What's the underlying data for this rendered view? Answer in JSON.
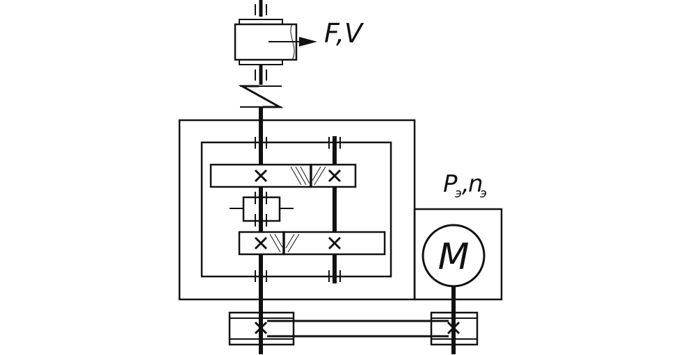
{
  "labels": {
    "load": "F,V",
    "motor_power": "P",
    "motor_power_sub": "э",
    "motor_power_sep": ",",
    "motor_speed": "n",
    "motor_speed_sub": "э",
    "motor_symbol": "M"
  },
  "colors": {
    "ink": "#111111",
    "background": "#ffffff"
  }
}
